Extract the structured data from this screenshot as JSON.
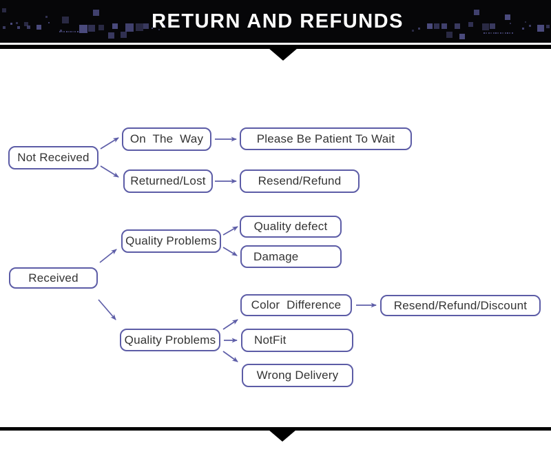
{
  "banner": {
    "title": "RETURN AND REFUNDS",
    "background": "#060608",
    "text_color": "#ffffff",
    "pixel_color": "#4b4b7e"
  },
  "divider": {
    "bar_color": "#000000",
    "triangle_icon": "down-triangle"
  },
  "flowchart": {
    "box_border_color": "#5c5ca6",
    "arrow_color": "#5e5ea8",
    "text_color": "#333333",
    "nodes": [
      {
        "id": "not-received",
        "label": "Not Received"
      },
      {
        "id": "on-the-way",
        "label": "On  The  Way"
      },
      {
        "id": "returned-lost",
        "label": "Returned/Lost"
      },
      {
        "id": "please-wait",
        "label": "Please Be Patient To Wait"
      },
      {
        "id": "resend-refund",
        "label": "Resend/Refund"
      },
      {
        "id": "received",
        "label": "Received"
      },
      {
        "id": "quality-problems-1",
        "label": "Quality Problems"
      },
      {
        "id": "quality-defect",
        "label": "Quality defect"
      },
      {
        "id": "damage",
        "label": "Damage"
      },
      {
        "id": "quality-problems-2",
        "label": "Quality Problems"
      },
      {
        "id": "color-difference",
        "label": "Color  Difference"
      },
      {
        "id": "resend-refund-discount",
        "label": "Resend/Refund/Discount"
      },
      {
        "id": "notfit",
        "label": "NotFit"
      },
      {
        "id": "wrong-delivery",
        "label": "Wrong Delivery"
      }
    ],
    "edges": [
      {
        "from": "not-received",
        "to": "on-the-way"
      },
      {
        "from": "not-received",
        "to": "returned-lost"
      },
      {
        "from": "on-the-way",
        "to": "please-wait"
      },
      {
        "from": "returned-lost",
        "to": "resend-refund"
      },
      {
        "from": "received",
        "to": "quality-problems-1"
      },
      {
        "from": "received",
        "to": "quality-problems-2"
      },
      {
        "from": "quality-problems-1",
        "to": "quality-defect"
      },
      {
        "from": "quality-problems-1",
        "to": "damage"
      },
      {
        "from": "quality-problems-2",
        "to": "color-difference"
      },
      {
        "from": "quality-problems-2",
        "to": "notfit"
      },
      {
        "from": "quality-problems-2",
        "to": "wrong-delivery"
      },
      {
        "from": "color-difference",
        "to": "resend-refund-discount"
      }
    ]
  }
}
